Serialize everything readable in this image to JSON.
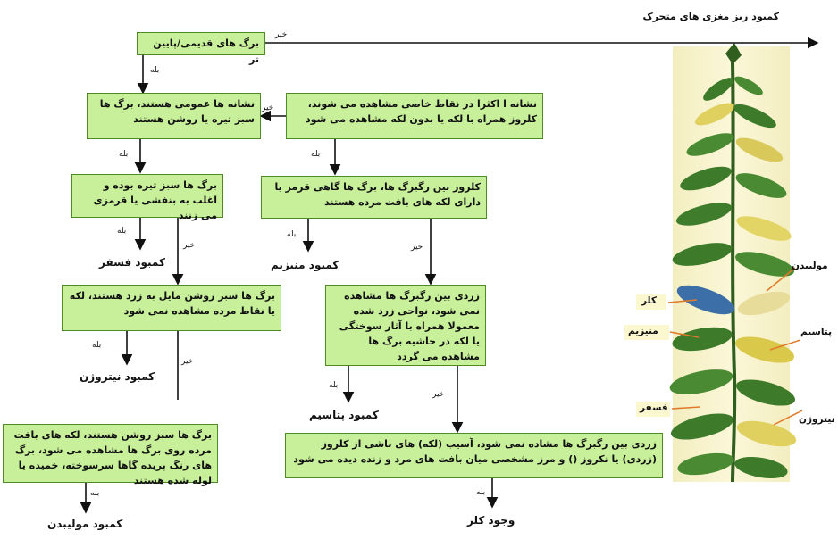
{
  "top_right_title": "کمبود ریز مغزی های متحرک",
  "nodes": {
    "n1": "برگ های قدیمی/پایین تر",
    "n2": "نشانه ها عمومی هستند، برگ ها سبز تیره یا روشن هستند",
    "n3": "نشانه ا اکثرا در نقاط خاصی مشاهده می شوند، کلروز همراه با لکه یا بدون لکه مشاهده می شود",
    "n4": "برگ ها سبز تیره  بوده و اغلب به بنفشی یا قرمزی می زنند",
    "n5": "کلروز بین رگبرگ ها، برگ ها گاهی قرمز یا دارای لکه های بافت مرده هستند",
    "n6": "برگ ها سبز روشن مایل به زرد هستند، لکه یا نقاط مرده مشاهده نمی شود",
    "n7": "زردی بین رگبرگ ها مشاهده نمی شود، نواحی زرد شده معمولا همراه با آثار سوختگی یا لکه در حاشیه برگ ها مشاهده می گردد",
    "n8": "برگ ها سبز روشن هستند، لکه های بافت مرده روی برگ ها مشاهده می شود، برگ های رنگ پریده گاها سرسوخته، خمیده یا لوله شده هستند",
    "n9": "زردی بین رگبرگ ها مشاده نمی شود، آسیب (لکه) های ناشی از کلروز (زردی) یا نکروز () و مرز مشخصی میان بافت های مرد و زنده دیده می شود"
  },
  "results": {
    "phosphorus": "کمبود فسفر",
    "magnesium": "کمبود منیزیم",
    "nitrogen": "کمبود نیتروژن",
    "potassium": "کمبود پتاسیم",
    "molybdenum": "کمبود مولیبدن",
    "chlorine": "وجود کلر"
  },
  "edge_labels": {
    "yes": "بله",
    "no": "خیر"
  },
  "plant_labels": {
    "molybdenum": "مولیبدن",
    "chlorine": "کلر",
    "magnesium": "منیزیم",
    "potassium": "پتاسیم",
    "phosphorus": "فسفر",
    "nitrogen": "نیتروژن"
  },
  "colors": {
    "box_fill": "#c8f09a",
    "box_border": "#4f8a26",
    "arrow": "#111111",
    "plant_label_arrow": "#e07a2a",
    "plant_label_bg": "#fbf7cf",
    "plant_panel_bg": "#f6f2c9",
    "leaf_green": "#3d7a2a",
    "leaf_yellow": "#e0d060"
  }
}
